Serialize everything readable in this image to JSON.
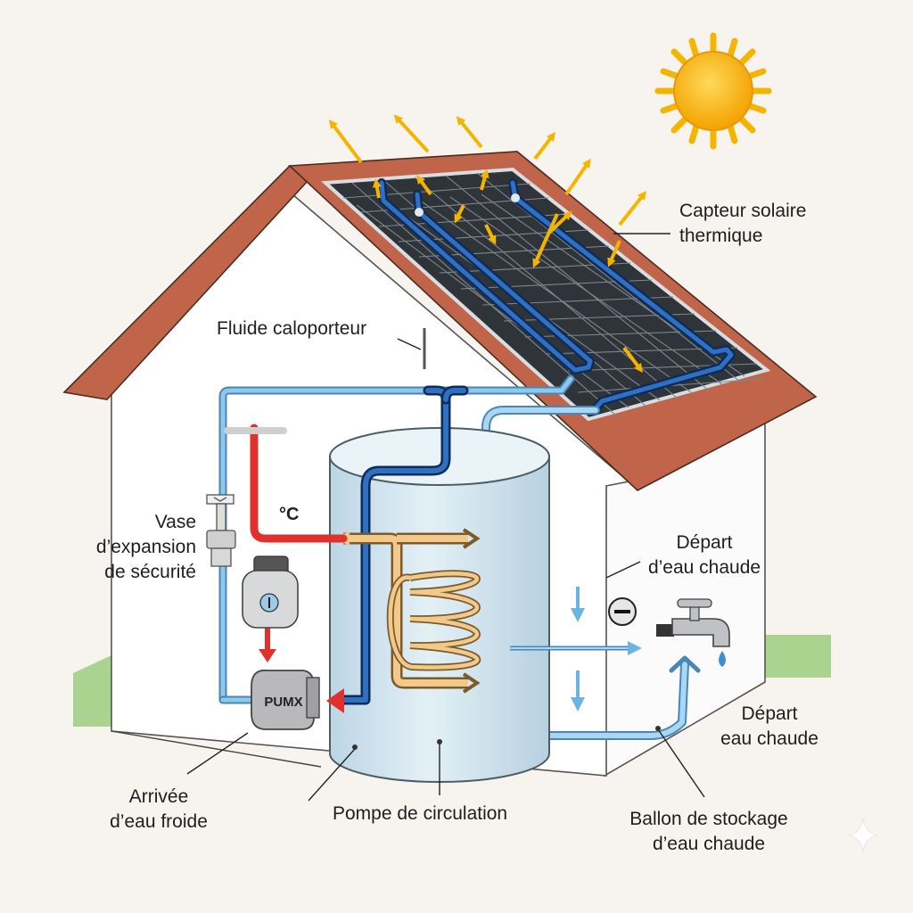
{
  "labels": {
    "collector": [
      "Capteur solaire",
      "thermique"
    ],
    "fluid": "Fluide caloporteur",
    "expansion": [
      "Vase",
      "d’expansion",
      "de sécurité"
    ],
    "hot_out_top": [
      "Départ",
      "d’eau chaude"
    ],
    "hot_out_bottom": [
      "Départ",
      "eau chaude"
    ],
    "cold_in": [
      "Arrivée",
      "d’eau froide"
    ],
    "pump_caption": "Pompe de circulation",
    "tank_caption": [
      "Ballon de stockage",
      "d’eau chaude"
    ]
  },
  "device_text": {
    "pump_badge": "PUMX",
    "temperature_unit": "°C"
  },
  "icons": {
    "sun": "sun-icon",
    "tap": "faucet-icon",
    "valve": "valve-icon",
    "gauge": "thermostat-icon",
    "flow": "arrow-icon"
  },
  "colors": {
    "background": "#f7f4ef",
    "roof": "#c0654a",
    "wall": "#ffffff",
    "panel": "#2f3439",
    "hot_pipe": "#e0312d",
    "cold_pipe": "#6db3df",
    "collector_loop": "#1f5aa6",
    "coil": "#f2c98a",
    "tank": "#cfe3ee",
    "sun": "#f5b400",
    "ground": "#a9d38f"
  }
}
